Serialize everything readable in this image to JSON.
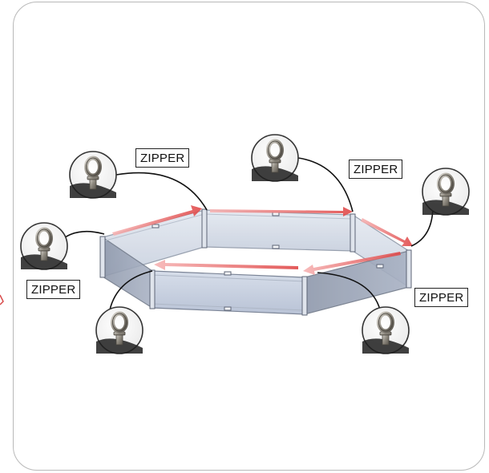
{
  "labels": {
    "zipper_top_left": "ZIPPER",
    "zipper_top_right": "ZIPPER",
    "zipper_left": "ZIPPER",
    "zipper_right": "ZIPPER"
  },
  "icons": {
    "eyebolt": "eye-bolt-icon",
    "zipper_arrow": "zipper-arrow-icon"
  },
  "colors": {
    "panel_fill": "#c9d3e2",
    "panel_edge": "#8f98a8",
    "arrow": "#e04848",
    "frame_border": "#b9b9b9"
  }
}
